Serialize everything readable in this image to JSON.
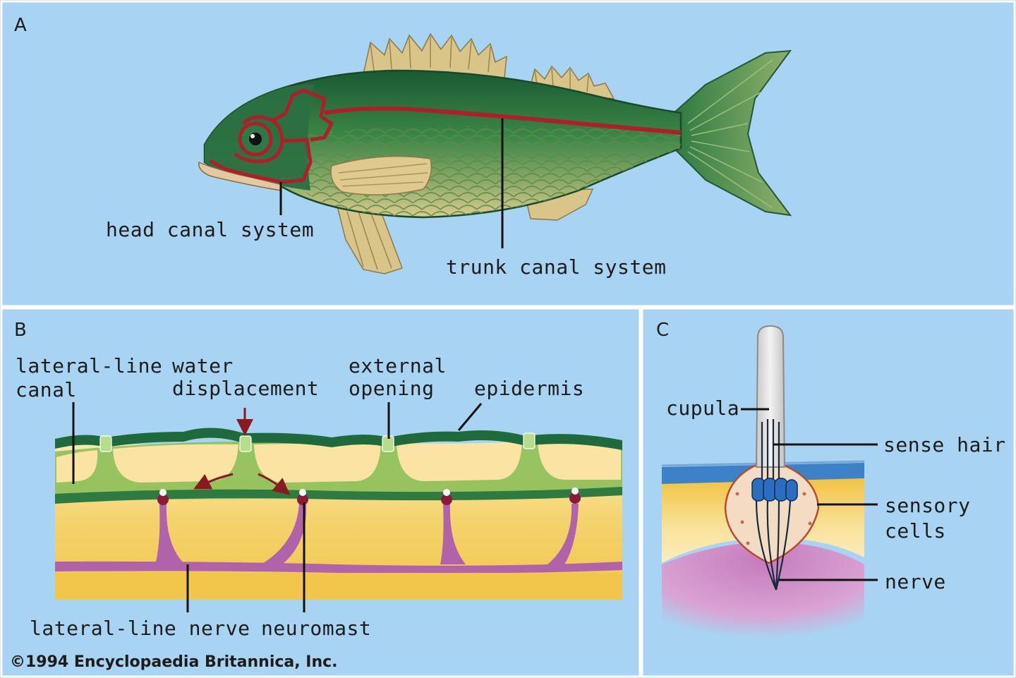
{
  "panels": {
    "a": {
      "letter": "A"
    },
    "b": {
      "letter": "B"
    },
    "c": {
      "letter": "C"
    }
  },
  "labels": {
    "head_canal_system": "head canal system",
    "trunk_canal_system": "trunk canal system",
    "lateral_line_canal_1": "lateral-line",
    "lateral_line_canal_2": "canal",
    "water_displacement_1": "water",
    "water_displacement_2": "displacement",
    "external_opening_1": "external",
    "external_opening_2": "opening",
    "epidermis": "epidermis",
    "lateral_line_nerve": "lateral-line nerve",
    "neuromast": "neuromast",
    "cupula": "cupula",
    "sense_hair": "sense hair",
    "sensory_cells_1": "sensory",
    "sensory_cells_2": "cells",
    "nerve": "nerve"
  },
  "copyright": "©1994 Encyclopaedia Britannica, Inc.",
  "colors": {
    "background": "#a9d3f2",
    "fish_dark": "#1e6a3c",
    "fish_mid": "#3d8a4c",
    "fish_belly": "#d8c888",
    "canal_red": "#b01e2a",
    "tissue_yellow": "#f2cf5a",
    "canal_green": "#8cc05a",
    "nerve_purple": "#b063a8"
  }
}
